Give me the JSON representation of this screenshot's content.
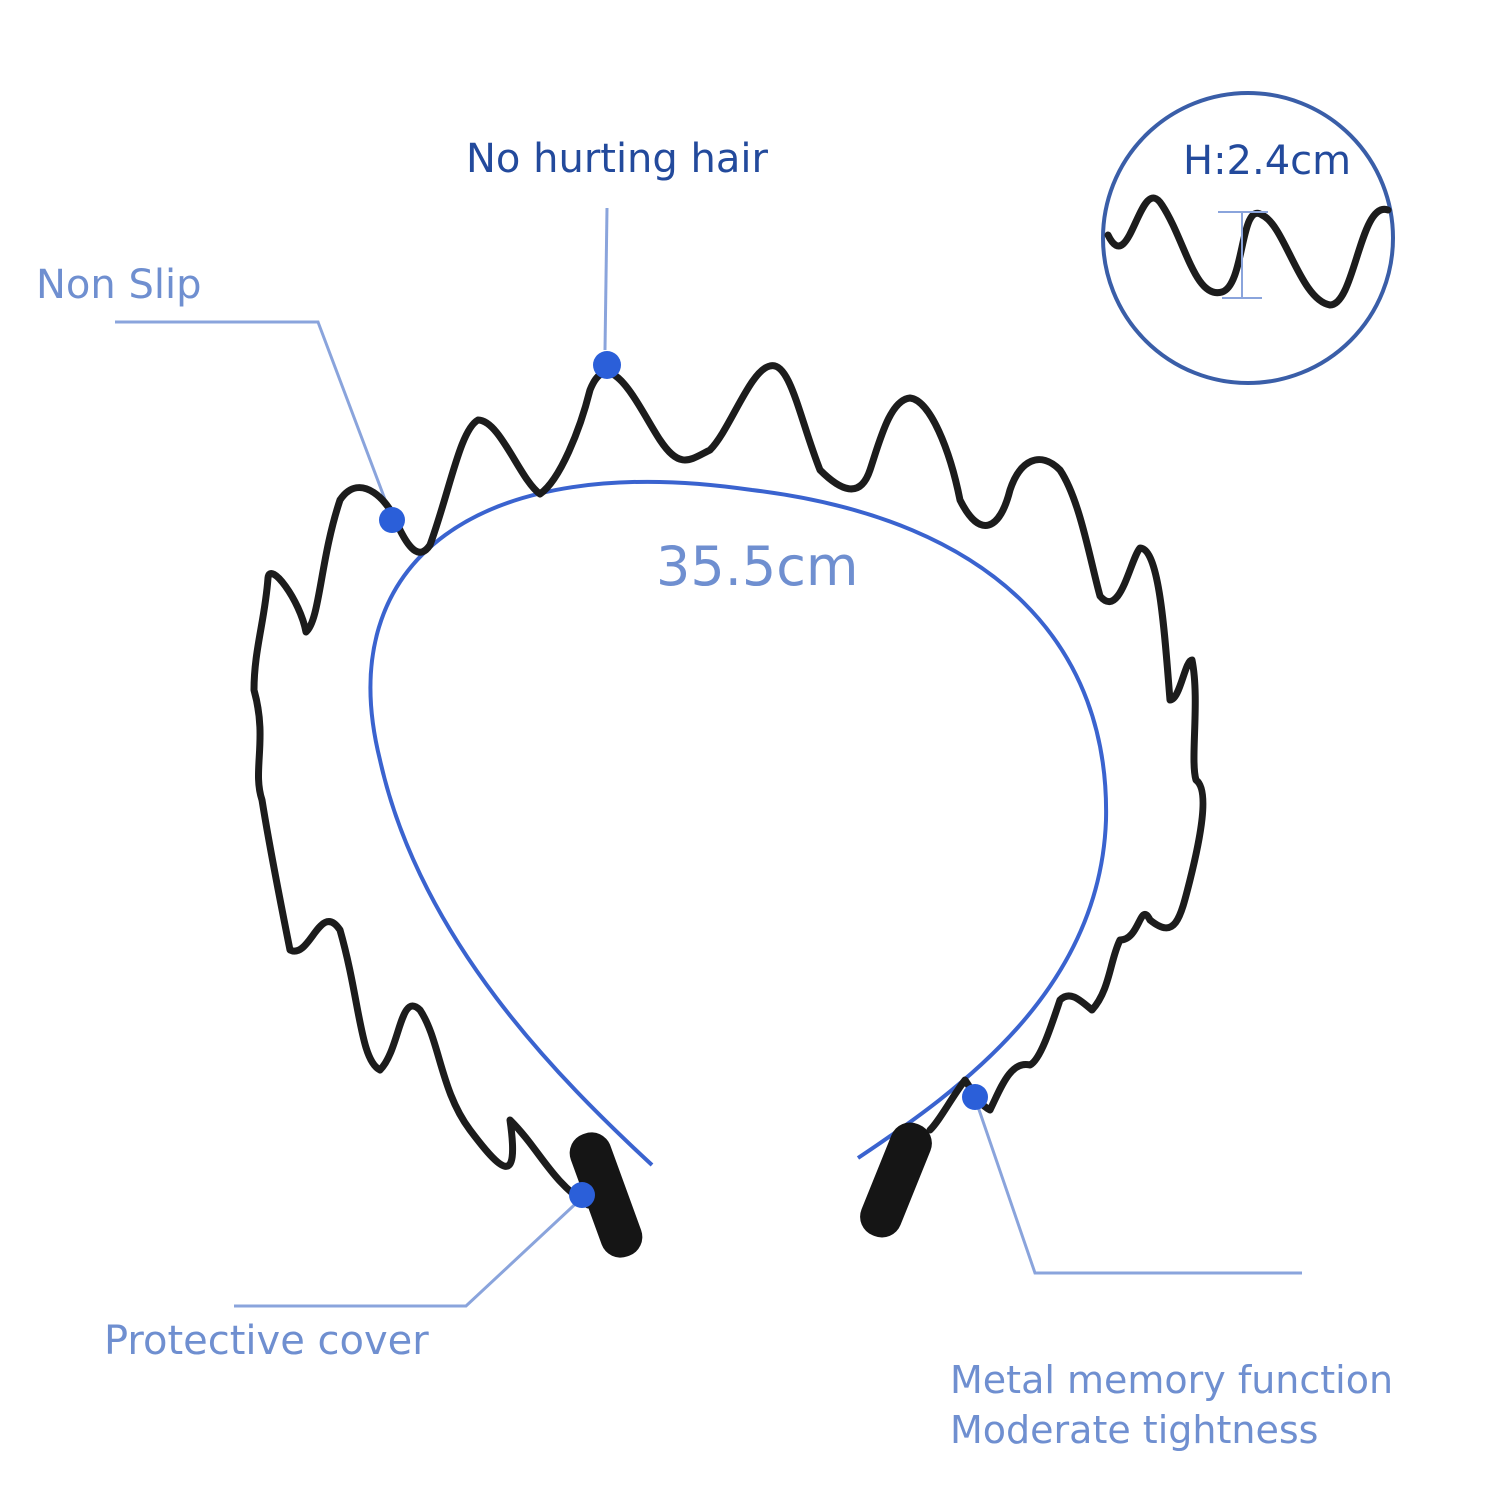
{
  "labels": {
    "no_hurting_hair": "No hurting hair",
    "non_slip": "Non Slip",
    "length": "35.5cm",
    "height": "H:2.4cm",
    "protective_cover": "Protective cover",
    "metal_memory_line1": "Metal memory function",
    "metal_memory_line2": "Moderate tightness"
  },
  "colors": {
    "band": "#1c1c1c",
    "accent": "#2b5fd9",
    "guide": "#8aa4dc",
    "inset_circle": "#3a5ea8"
  }
}
